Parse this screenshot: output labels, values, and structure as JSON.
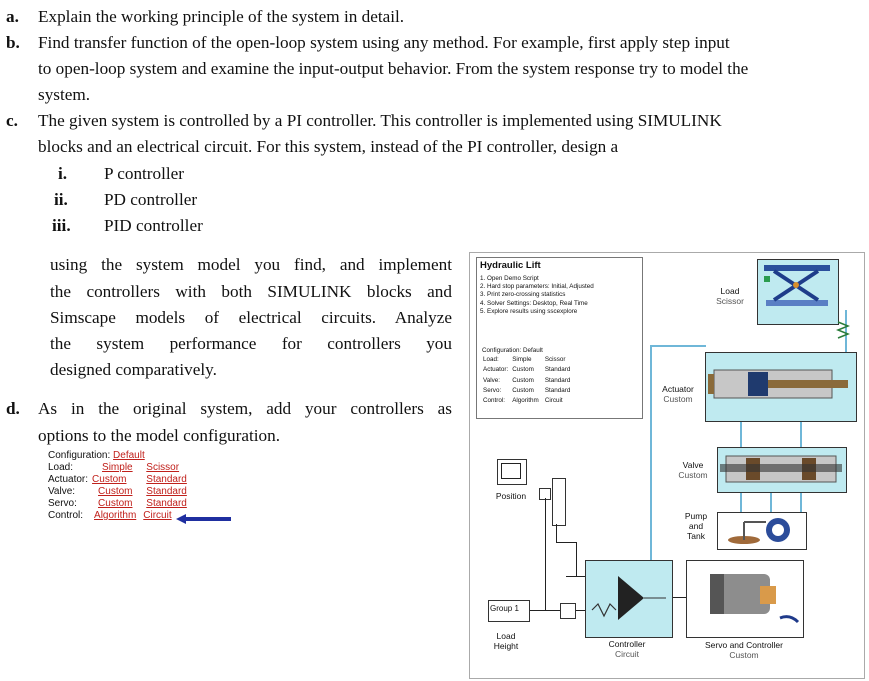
{
  "items": {
    "a": {
      "marker": "a.",
      "text": "Explain the working principle of the system in detail."
    },
    "b": {
      "marker": "b.",
      "lines": [
        "Find transfer function of the open-loop system using any method. For example, first apply step input",
        "to open-loop system and examine the input-output behavior. From the system response try to model the",
        "system."
      ]
    },
    "c": {
      "marker": "c.",
      "lines": [
        "The given system is controlled by a PI controller. This controller is implemented using SIMULINK",
        "blocks and an electrical circuit. For this system, instead of the PI controller, design a"
      ],
      "sub": [
        {
          "num": "i.",
          "text": "P controller"
        },
        {
          "num": "ii.",
          "text": "PD controller"
        },
        {
          "num": "iii.",
          "text": "PID controller"
        }
      ],
      "para": [
        "using the system model you find, and implement",
        "the controllers with both SIMULINK blocks and",
        "Simscape models of electrical circuits. Analyze",
        "the system performance for controllers you",
        "designed comparatively."
      ]
    },
    "d": {
      "marker": "d.",
      "lines": [
        "As in the original system, add your controllers as",
        "options to the model configuration."
      ]
    }
  },
  "config_small": {
    "title": "Configuration:",
    "title_value": "Default",
    "rows": [
      {
        "label": "Load:",
        "opt1": "Simple",
        "opt2": "Scissor"
      },
      {
        "label": "Actuator:",
        "opt1": "Custom",
        "opt2": "Standard"
      },
      {
        "label": "Valve:",
        "opt1": "Custom",
        "opt2": "Standard"
      },
      {
        "label": "Servo:",
        "opt1": "Custom",
        "opt2": "Standard"
      },
      {
        "label": "Control:",
        "opt1": "Algorithm",
        "opt2": "Circuit"
      }
    ],
    "arrow_color": "#1f2fa0"
  },
  "diagram": {
    "title": "Hydraulic Lift",
    "steps": [
      "1. Open Demo Script",
      "2. Hard stop parameters: Initial, Adjusted",
      "3. Print zero-crossing statistics",
      "4. Solver Settings: Desktop, Real Time",
      "5. Explore results using sscexplore"
    ],
    "config": {
      "title": "Configuration: Default",
      "rows": [
        [
          "Load:",
          "Simple",
          "Scissor"
        ],
        [
          "Actuator:",
          "Custom",
          "Standard"
        ],
        [
          "Valve:",
          "Custom",
          "Standard"
        ],
        [
          "Servo:",
          "Custom",
          "Standard"
        ],
        [
          "Control:",
          "Algorithm",
          "Circuit"
        ]
      ]
    },
    "blocks": {
      "load": [
        "Load",
        "Scissor"
      ],
      "actuator": [
        "Actuator",
        "Custom"
      ],
      "valve": [
        "Valve",
        "Custom"
      ],
      "pump": [
        "Pump",
        "and",
        "Tank"
      ],
      "position": "Position",
      "group": "Group 1",
      "load_height": [
        "Load",
        "Height"
      ],
      "controller": [
        "Controller",
        "Circuit"
      ],
      "servo": [
        "Servo and Controller",
        "Custom"
      ]
    },
    "colors": {
      "cyan": "#bfeaf0",
      "wire": "#6fb7d8",
      "border": "#222"
    }
  }
}
